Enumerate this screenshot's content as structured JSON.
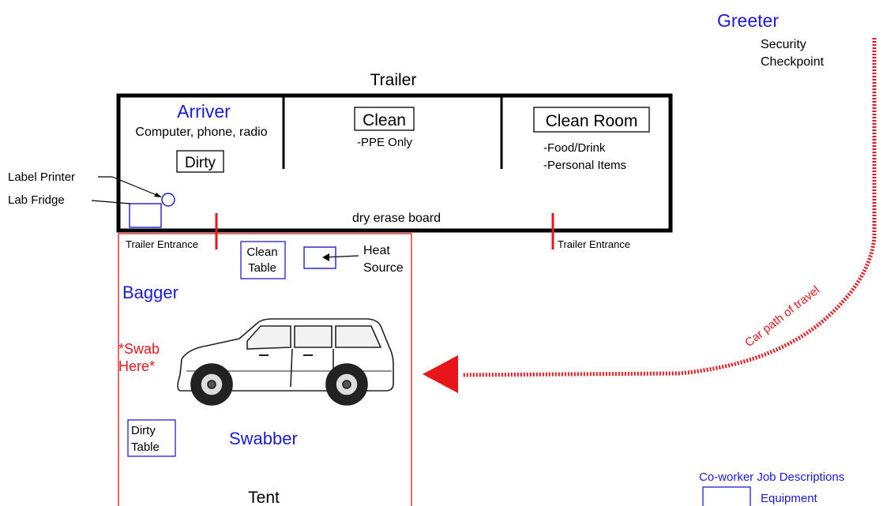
{
  "labels": {
    "greeter": "Greeter",
    "security_line1": "Security",
    "security_line2": "Checkpoint",
    "trailer": "Trailer",
    "arriver": "Arriver",
    "arriver_items": "Computer, phone, radio",
    "dirty": "Dirty",
    "clean": "Clean",
    "ppe_only": "-PPE Only",
    "clean_room": "Clean Room",
    "food_drink": "-Food/Drink",
    "personal_items": "-Personal Items",
    "label_printer": "Label Printer",
    "lab_fridge": "Lab Fridge",
    "dry_erase_board": "dry erase board",
    "trailer_entrance_left": "Trailer Entrance",
    "trailer_entrance_right": "Trailer Entrance",
    "clean_table_line1": "Clean",
    "clean_table_line2": "Table",
    "heat_source_line1": "Heat",
    "heat_source_line2": "Source",
    "bagger": "Bagger",
    "swab_line1": "*Swab",
    "swab_line2": "Here*",
    "swabber": "Swabber",
    "dirty_table_line1": "Dirty",
    "dirty_table_line2": "Table",
    "tent": "Tent",
    "car_path": "Car path of travel",
    "legend_title": "Co-worker Job Descriptions",
    "legend_equipment": "Equipment"
  },
  "colors": {
    "role_blue": "#1a1adc",
    "equipment_blue": "#2020c8",
    "path_red": "#e8161a",
    "tent_red": "#e8161a",
    "wall_black": "#000000"
  },
  "icons": {
    "vehicle": "suv-icon",
    "arrow": "arrowhead-left-icon"
  }
}
